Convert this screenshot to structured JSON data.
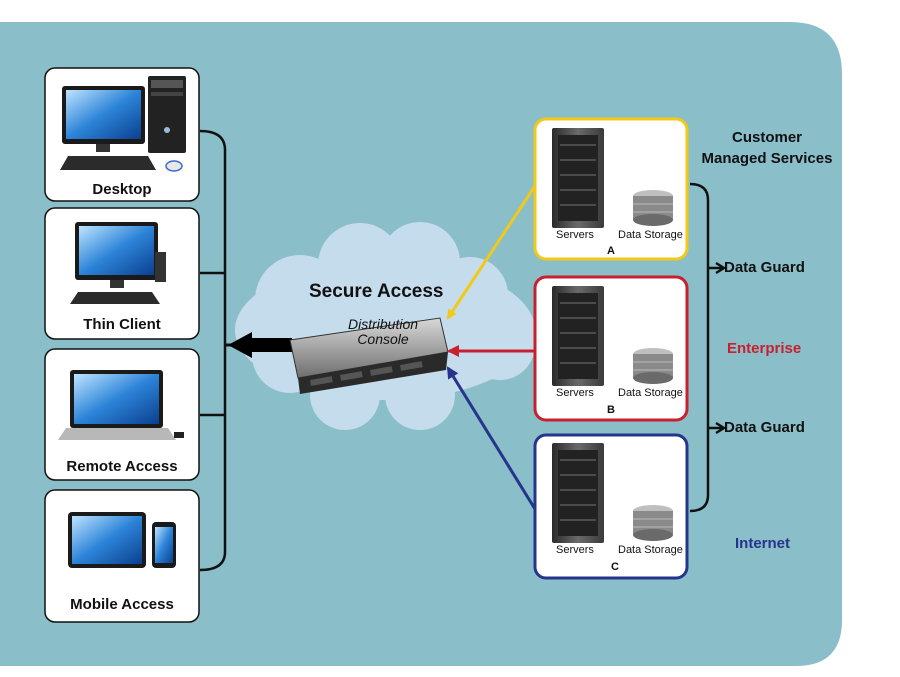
{
  "clients": [
    {
      "label": "Desktop"
    },
    {
      "label": "Thin Client"
    },
    {
      "label": "Remote Access"
    },
    {
      "label": "Mobile Access"
    }
  ],
  "cloud": {
    "title": "Secure Access",
    "console_label_line1": "Distribution",
    "console_label_line2": "Console"
  },
  "server_groups": [
    {
      "letter": "A",
      "servers_label": "Servers",
      "storage_label": "Data Storage",
      "color": "#f2c919"
    },
    {
      "letter": "B",
      "servers_label": "Servers",
      "storage_label": "Data Storage",
      "color": "#c8202f"
    },
    {
      "letter": "C",
      "servers_label": "Servers",
      "storage_label": "Data Storage",
      "color": "#26348c"
    }
  ],
  "right_labels": {
    "customer_line1": "Customer",
    "customer_line2": "Managed Services",
    "data_guard_1": "Data Guard",
    "enterprise": "Enterprise",
    "data_guard_2": "Data Guard",
    "internet": "Internet"
  },
  "colors": {
    "background_panel": "#8abec9",
    "cloud": "#c5dcec",
    "enterprise": "#c8202f",
    "internet": "#26348c",
    "connector": "#111111"
  }
}
